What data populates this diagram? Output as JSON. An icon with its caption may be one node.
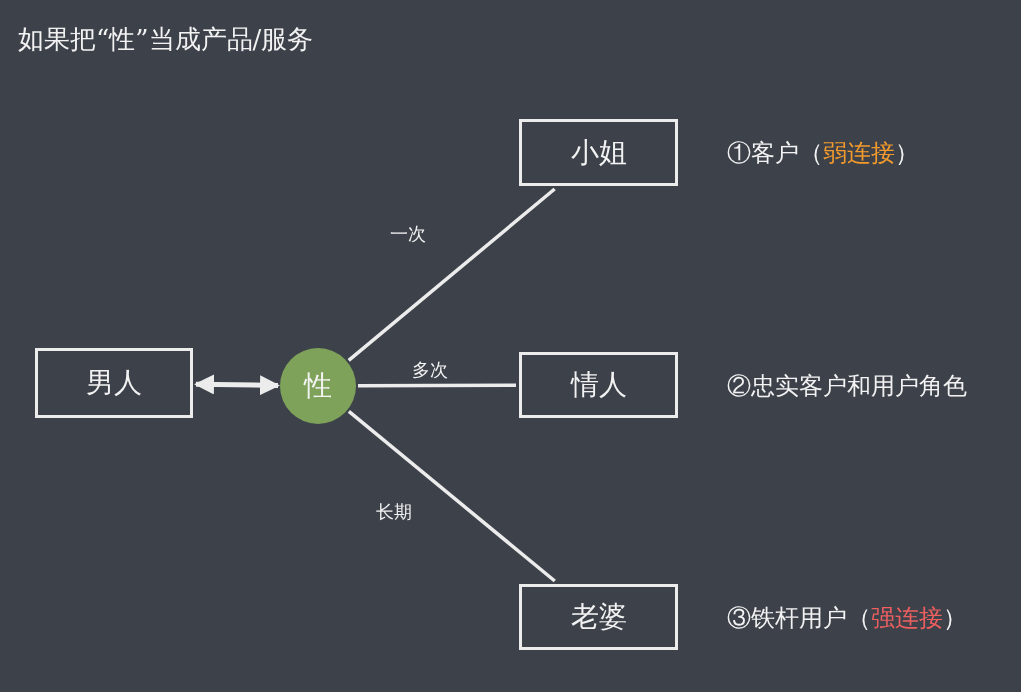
{
  "diagram": {
    "title": "如果把“性”当成产品/服务",
    "nodes": [
      {
        "text": [
          "男人"
        ]
      },
      {
        "text": [
          "性"
        ]
      },
      {
        "text": [
          "小姐"
        ],
        "beside": [
          "①客户（**弱连接**）"
        ]
      },
      {
        "text": [
          "情人"
        ],
        "beside": [
          "②忠实客户和用户角色"
        ]
      },
      {
        "text": [
          "老婆"
        ],
        "beside": [
          "③铁杆用户（**强连接**）"
        ]
      }
    ],
    "edges": [
      {
        "from": 0,
        "to": 1,
        "arrow": "both"
      },
      {
        "from": 1,
        "to": 2,
        "arrow": "none",
        "label": "一次"
      },
      {
        "from": 1,
        "to": 3,
        "arrow": "none",
        "label": "多次"
      },
      {
        "from": 1,
        "to": 4,
        "arrow": "none",
        "label": "长期"
      }
    ]
  }
}
